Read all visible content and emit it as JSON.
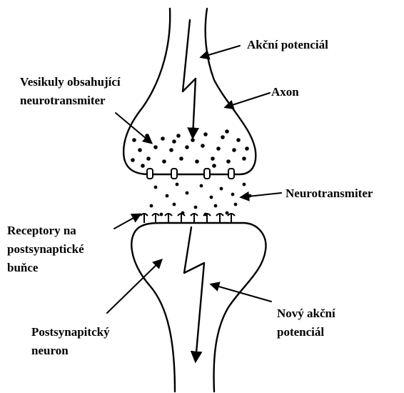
{
  "labels": {
    "action_potential": "Akční potenciál",
    "vesicles_line1": "Vesikuly obsahující",
    "vesicles_line2": "neurotransmiter",
    "axon": "Axon",
    "neurotransmitter": "Neurotransmiter",
    "receptors_line1": "Receptory na",
    "receptors_line2": "postsynaptické",
    "receptors_line3": "buňce",
    "new_ap_line1": "Nový akční",
    "new_ap_line2": "potenciál",
    "postsyn_line1": "Postsynapitcký",
    "postsyn_line2": "neuron"
  },
  "colors": {
    "ink": "#000000",
    "background": "#ffffff"
  }
}
